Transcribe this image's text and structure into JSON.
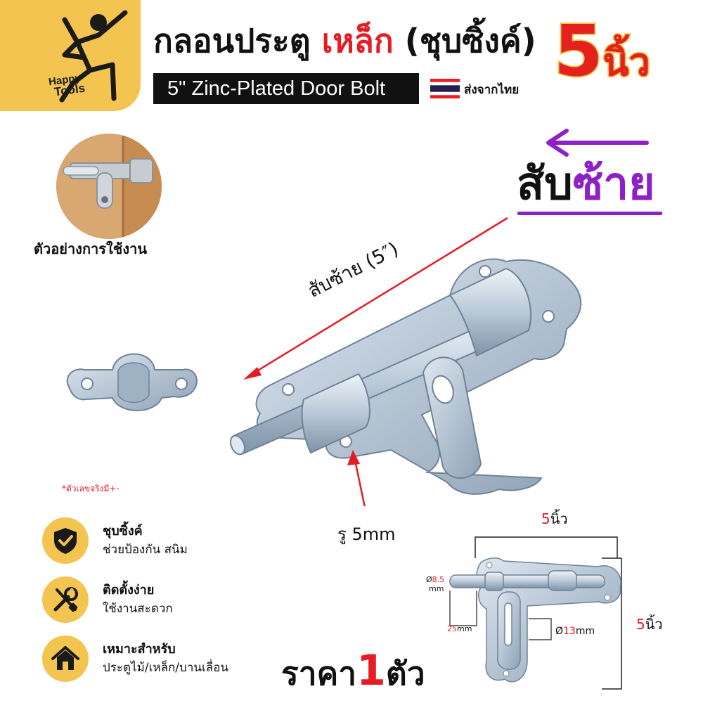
{
  "logo": {
    "line1": "Happy",
    "line2": "Tools"
  },
  "header": {
    "title_part1": "กลอนประตู ",
    "title_part2": "เหล็ก",
    "title_part3": " (ชุบซิ้งค์)",
    "title_en": "5\" Zinc-Plated Door Bolt",
    "ship_from": "ส่งจากไทย",
    "size_num": "5",
    "size_unit": "นิ้ว"
  },
  "direction": {
    "part1": "สับ",
    "part2": "ซ้าย"
  },
  "usage": {
    "label": "ตัวอย่างการใช้งาน"
  },
  "product": {
    "length_label": "สับซ้าย (5″)",
    "hole_label": "รู 5mm",
    "note": "*ตัวเลขจริงมี+-"
  },
  "features": [
    {
      "title": "ชุบซิ้งค์",
      "desc": "ช่วยป้องกัน สนิม",
      "icon": "shield-check-icon"
    },
    {
      "title": "ติดตั้งง่าย",
      "desc": "ใช้งานสะดวก",
      "icon": "tools-icon"
    },
    {
      "title": "เหมาะสำหรับ",
      "desc": "ประตูไม้/เหล็ก/บานเลื่อน",
      "icon": "house-icon"
    }
  ],
  "price": {
    "part1": "ราคา",
    "num": "1",
    "part2": "ตัว"
  },
  "dimensions": {
    "top_num": "5",
    "top_unit": "นิ้ว",
    "right_num": "5",
    "right_unit": "นิ้ว",
    "rod_diam_sym": "Ø",
    "rod_diam_num": "8.5",
    "rod_diam_unit": "mm",
    "rod_len_num": "25",
    "rod_len_unit": "mm",
    "ring_sym": "Ø",
    "ring_num": "13",
    "ring_unit": "mm"
  },
  "colors": {
    "accent": "#f4c451",
    "red": "#e51c23",
    "purple": "#8e20c7"
  }
}
